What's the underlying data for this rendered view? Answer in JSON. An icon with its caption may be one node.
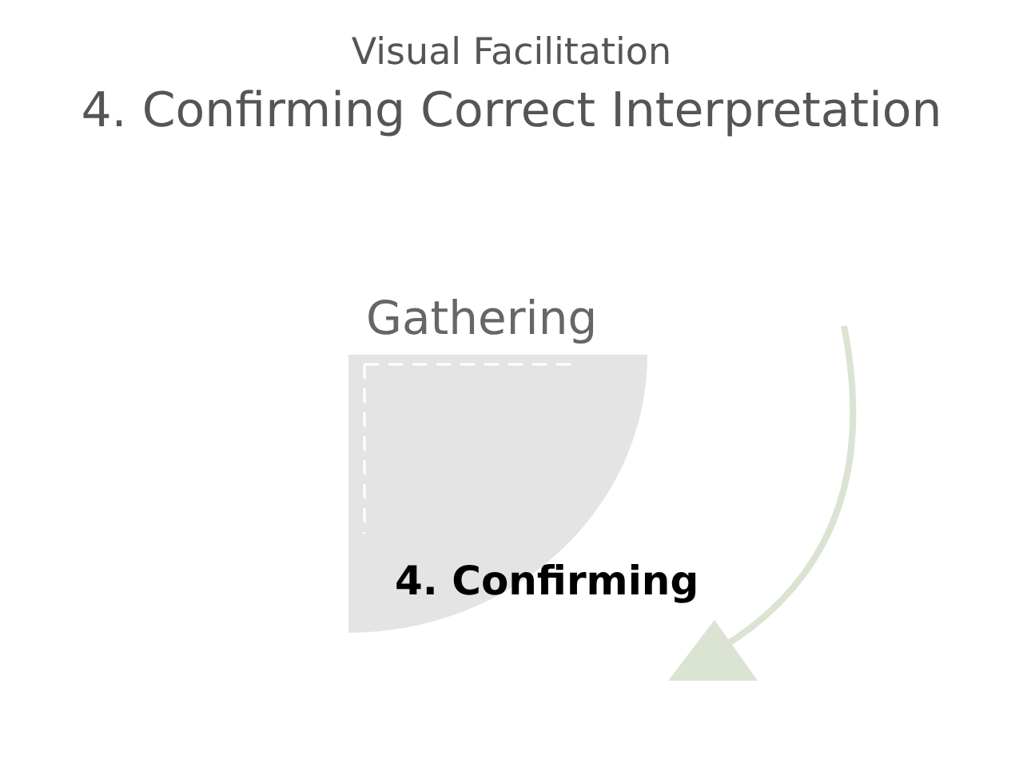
{
  "diagram": {
    "title": "4. Confirming Correct Interpretation",
    "nodes": [
      {
        "text": [
          "Gathering"
        ]
      }
    ],
    "edges": [],
    "labels": [
      "Visual Facilitation",
      "4. Confirming"
    ]
  }
}
